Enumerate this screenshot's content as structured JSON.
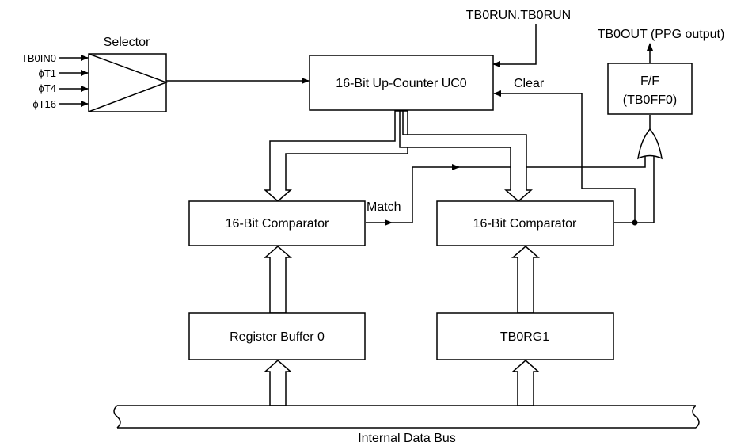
{
  "diagram": {
    "selector": {
      "title": "Selector",
      "inputs": [
        "TB0IN0",
        "ϕT1",
        "ϕT4",
        "ϕT16"
      ]
    },
    "counter": {
      "label": "16-Bit Up-Counter UC0"
    },
    "run_signal": "TB0RUN.TB0RUN",
    "clear_label": "Clear",
    "flipflop": {
      "line1": "F/F",
      "line2": "(TB0FF0)"
    },
    "output_label": "TB0OUT (PPG output)",
    "comparator_left": {
      "label": "16-Bit Comparator"
    },
    "comparator_right": {
      "label": "16-Bit Comparator"
    },
    "match_label": "Match",
    "register_buffer": {
      "label": "Register Buffer 0"
    },
    "register_tb0rg1": {
      "label": "TB0RG1"
    },
    "bus_label": "Internal Data Bus"
  }
}
